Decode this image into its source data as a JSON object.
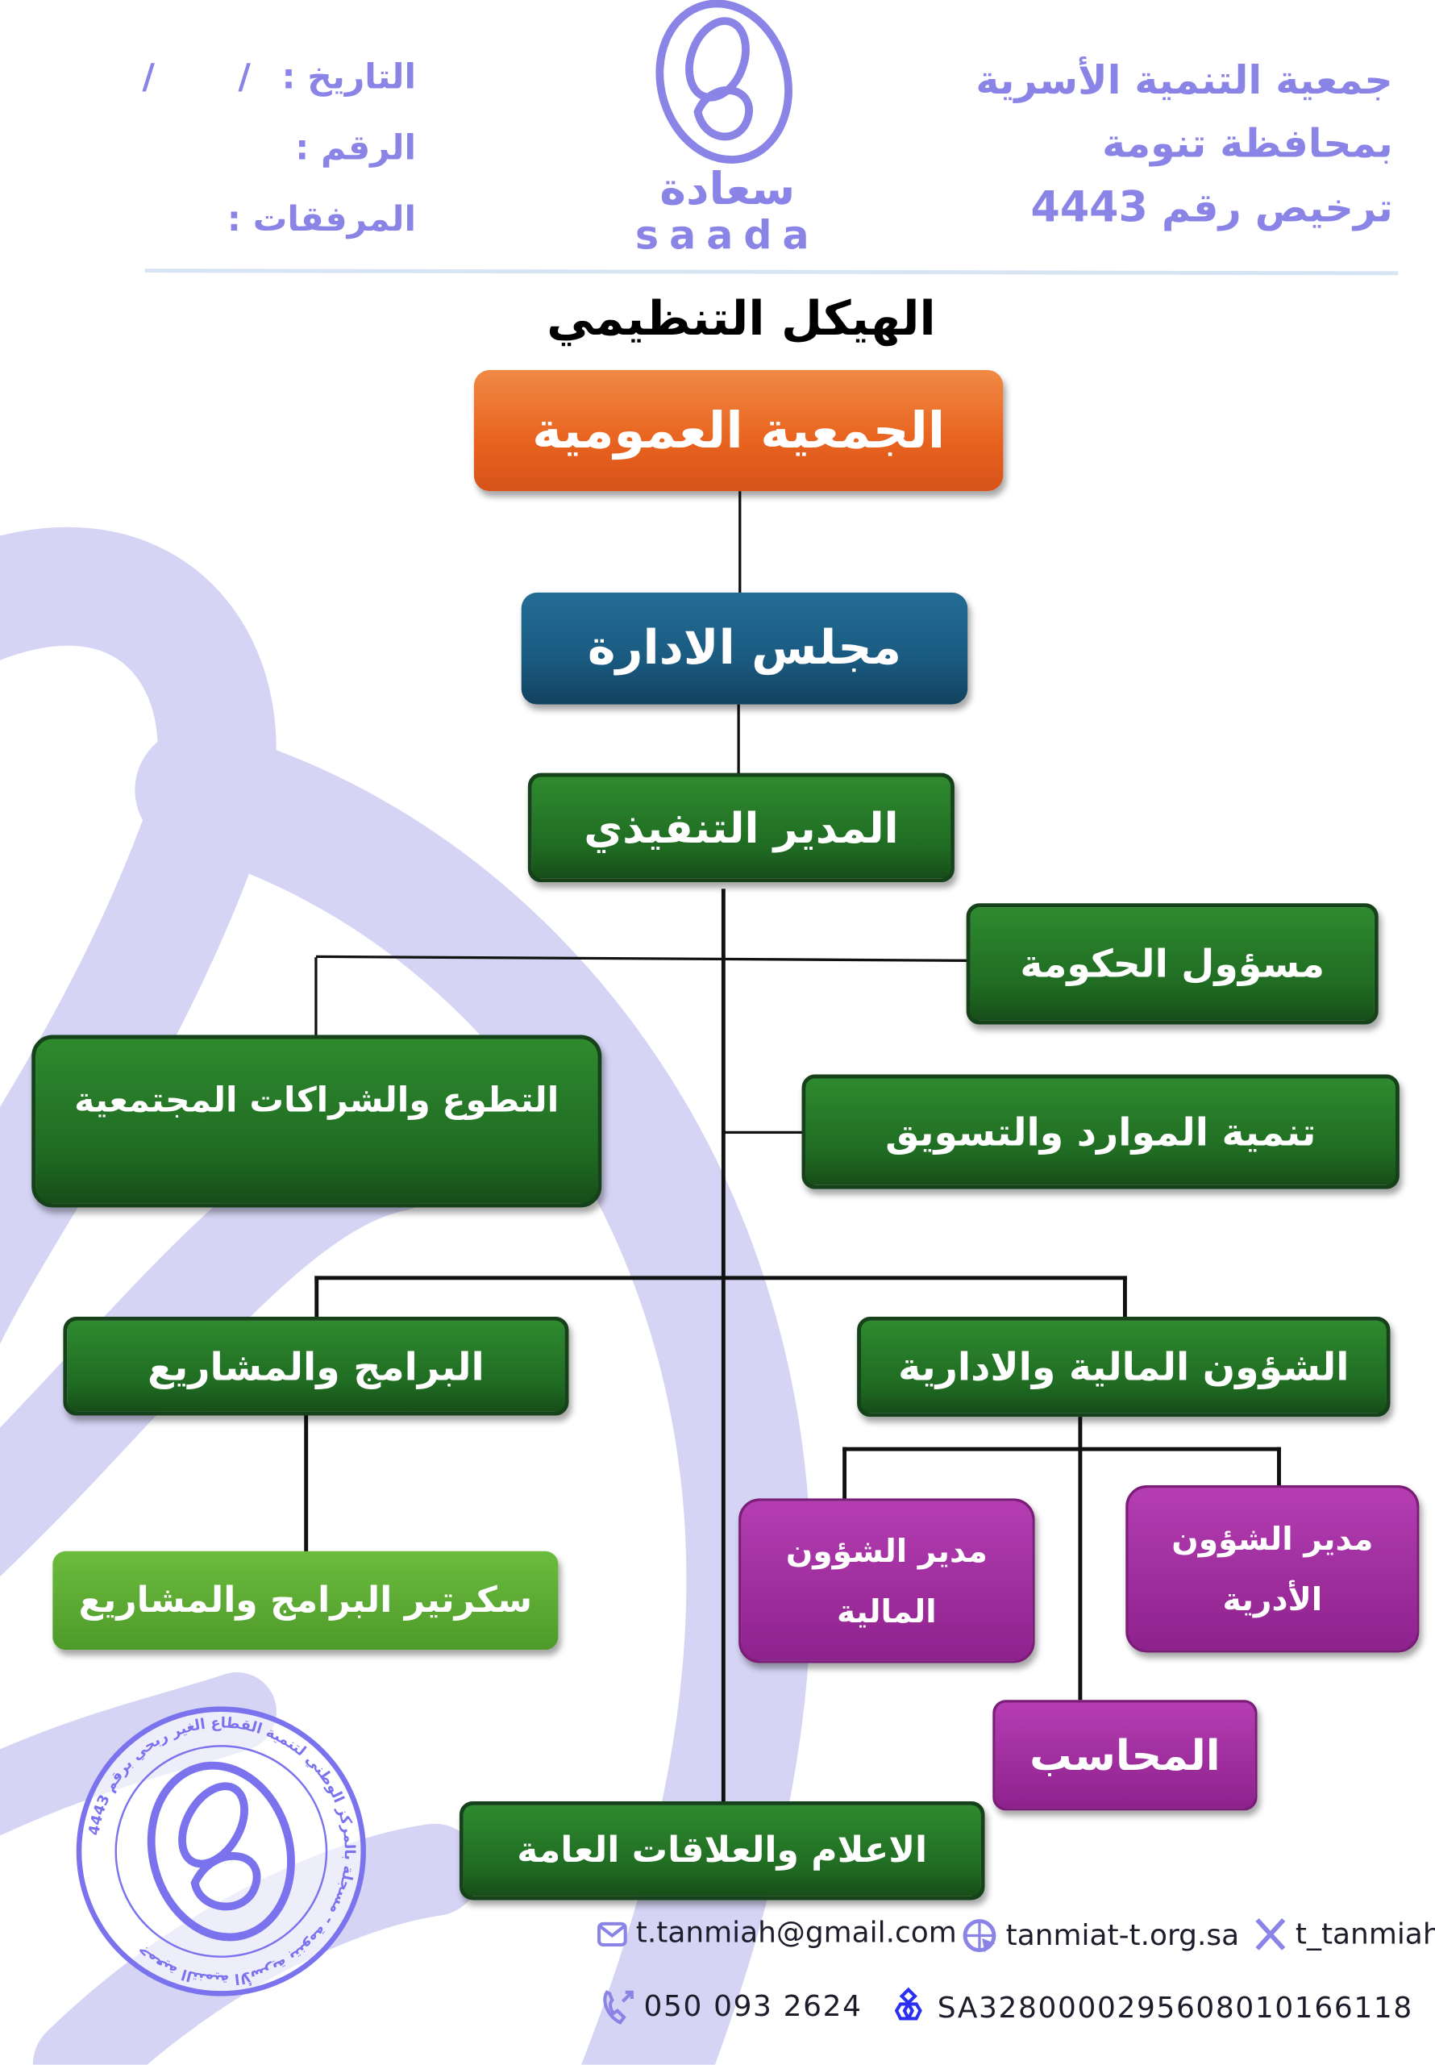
{
  "header": {
    "org_name": "جمعية التنمية الأسرية",
    "org_location": "بمحافظة تنومة",
    "license_label": "ترخيص رقم",
    "license_number": "4443",
    "date_label": "التاريخ :",
    "date_slashes": "/       /",
    "number_label": "الرقم :",
    "attachments_label": "المرفقات :",
    "logo_ar": "سعادة",
    "logo_en": "saada"
  },
  "chart": {
    "title": "الهيكل التنظيمي",
    "general_assembly": "الجمعية العمومية",
    "board": "مجلس الادارة",
    "executive_director": "المدير التنفيذي",
    "governance": "مسؤول الحكومة",
    "volunteering": "التطوع والشراكات المجتمعية",
    "resources_marketing": "تنمية الموارد والتسويق",
    "programs": "البرامج والمشاريع",
    "finance_admin": "الشؤون المالية والادارية",
    "programs_secretary": "سكرتير البرامج والمشاريع",
    "finance_manager_l1": "مدير الشؤون",
    "finance_manager_l2": "المالية",
    "admin_manager_l1": "مدير الشؤون",
    "admin_manager_l2": "الأدرية",
    "accountant": "المحاسب",
    "media_pr": "الاعلام والعلاقات العامة"
  },
  "seal": {
    "text": "جمعية التنمية الأسرية بتنومة مسجلة بالمركز الوطني لتنمية القطاع الغير ربحي برقم 4443"
  },
  "footer": {
    "email": "t.tanmiah@gmail.com",
    "website": "tanmiat-t.org.sa",
    "x_handle": "t_tanmiah",
    "phone": "050 093 2624",
    "iban": "SA3280000295608010166118"
  },
  "colors": {
    "brand": "#8a84e6",
    "orange": "#e8621e",
    "blue": "#1a5a80",
    "green": "#1f6b22",
    "light_green": "#5aa832",
    "purple": "#9b2a9a"
  }
}
